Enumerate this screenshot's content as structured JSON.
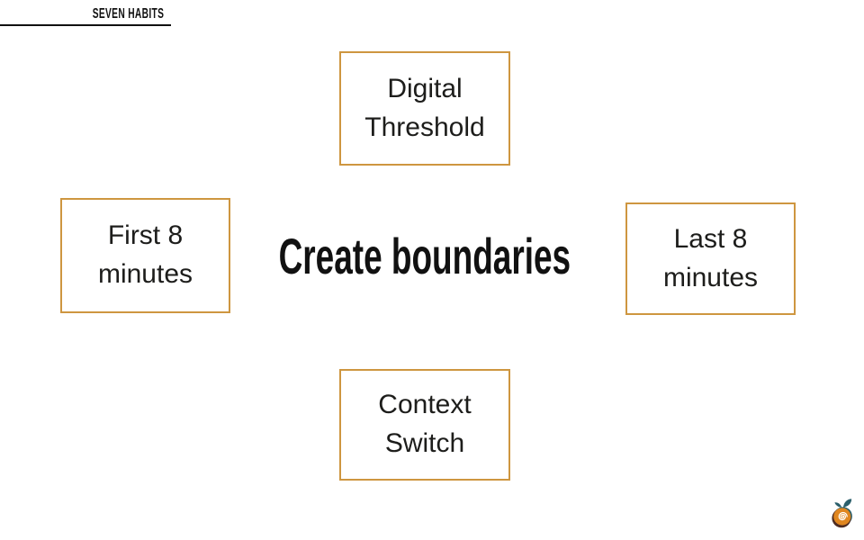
{
  "header": {
    "label": "SEVEN HABITS"
  },
  "title": "Create boundaries",
  "boxes": [
    {
      "id": "digital-threshold",
      "line1": "Digital",
      "line2": "Threshold"
    },
    {
      "id": "first-8-minutes",
      "line1": "First 8",
      "line2": "minutes"
    },
    {
      "id": "last-8-minutes",
      "line1": "Last 8",
      "line2": "minutes"
    },
    {
      "id": "context-switch",
      "line1": "Context",
      "line2": "Switch"
    }
  ],
  "logo": {
    "icon": "orange-fruit-spiral-logo"
  },
  "colors": {
    "box_border": "#CE9640",
    "text": "#1D1D1B",
    "header_rule": "#111111",
    "logo_orange": "#E0861F",
    "logo_teal": "#2B5F6B",
    "logo_brown": "#4E2C22",
    "logo_spiral": "#FFFFFF"
  }
}
